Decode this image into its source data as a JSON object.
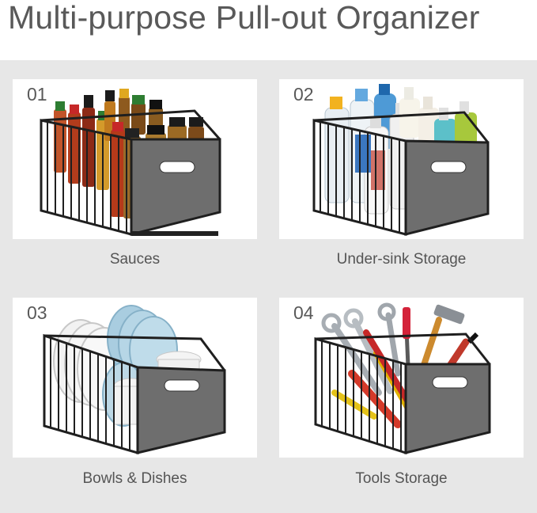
{
  "title": "Multi-purpose Pull-out Organizer",
  "cards": [
    {
      "number": "01",
      "caption": "Sauces",
      "illustration": "spice-jars-in-basket"
    },
    {
      "number": "02",
      "caption": "Under-sink Storage",
      "illustration": "cleaning-bottles-in-basket"
    },
    {
      "number": "03",
      "caption": "Bowls & Dishes",
      "illustration": "plates-and-bowls-in-basket"
    },
    {
      "number": "04",
      "caption": "Tools Storage",
      "illustration": "hand-tools-in-basket"
    }
  ],
  "colors": {
    "panel": "#e7e7e7",
    "card": "#ffffff",
    "basket_frame": "#1f1f1f",
    "basket_panel": "#6e6e6e",
    "text": "#595959"
  }
}
